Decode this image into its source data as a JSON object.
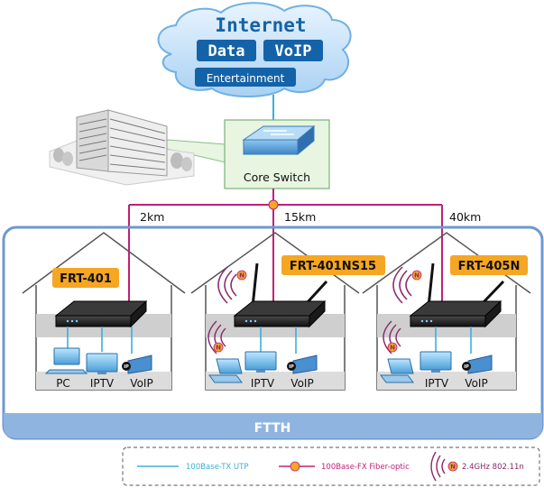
{
  "cloud": {
    "title": "Internet",
    "services": [
      "Data",
      "VoIP"
    ],
    "entertainment": "Entertainment"
  },
  "core_switch": {
    "label": "Core Switch"
  },
  "links": {
    "distances": [
      "2km",
      "15km",
      "40km"
    ]
  },
  "houses": [
    {
      "model": "FRT-401",
      "devices": [
        "PC",
        "IPTV",
        "VoIP"
      ],
      "wireless": false
    },
    {
      "model": "FRT-401NS15",
      "devices": [
        "",
        "IPTV",
        "VoIP"
      ],
      "wireless": true
    },
    {
      "model": "FRT-405N",
      "devices": [
        "",
        "IPTV",
        "VoIP"
      ],
      "wireless": true
    }
  ],
  "region_label": "FTTH",
  "legend": {
    "utp": "100Base-TX UTP",
    "fiber": "100Base-FX Fiber-optic",
    "wifi": "2.4GHz 802.11n",
    "wifi_badge": "N"
  },
  "colors": {
    "utp": "#3ab0dc",
    "fiber": "#c0207a",
    "badge": "#f5a623",
    "ftth_bar": "#8fb4df",
    "ftth_border": "#6f99cf",
    "cloud_box": "#1463a8",
    "wifi": "#8a2a6a"
  }
}
